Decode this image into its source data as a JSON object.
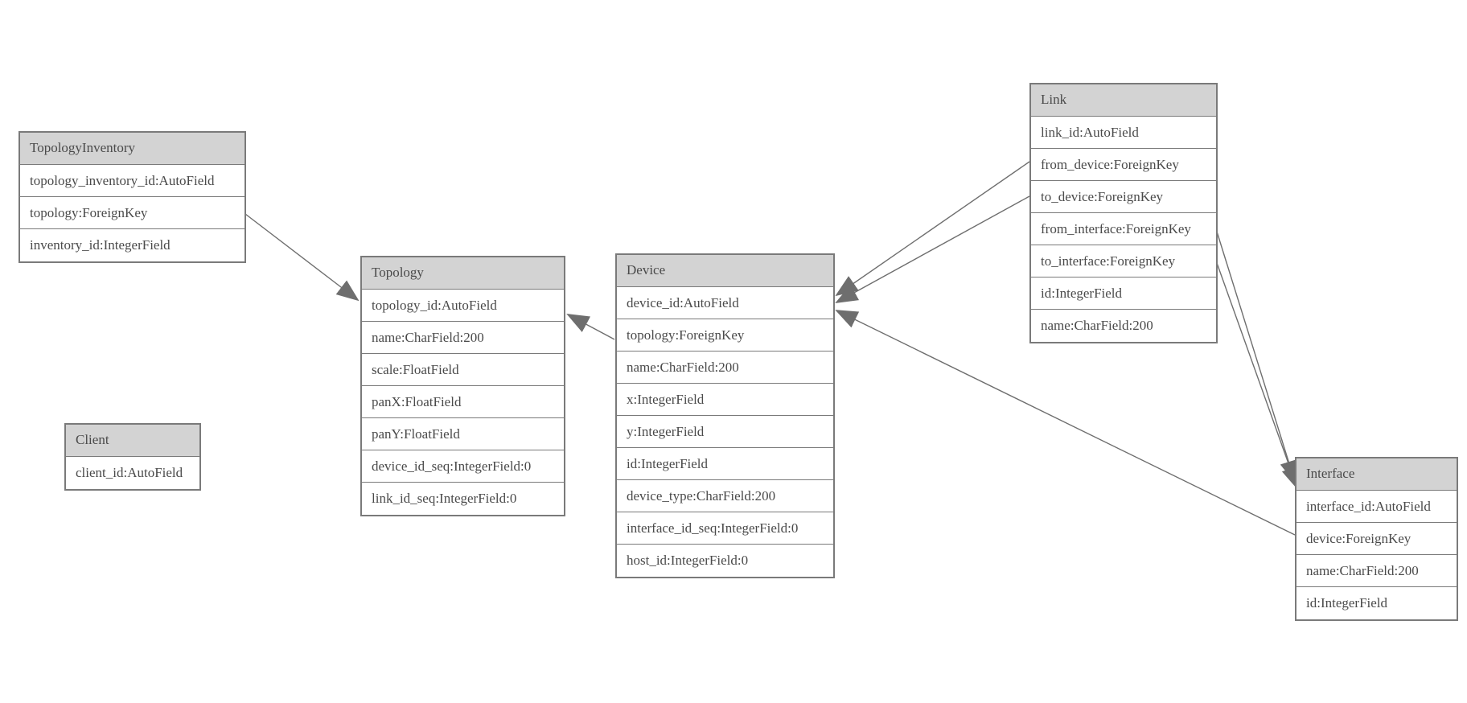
{
  "colors": {
    "header_bg": "#d3d3d3",
    "row_bg": "#ffffff",
    "border": "#7a7a7a",
    "text": "#4a4a4a",
    "edge": "#6e6e6e"
  },
  "entities": {
    "topology_inventory": {
      "title": "TopologyInventory",
      "fields": [
        "topology_inventory_id:AutoField",
        "topology:ForeignKey",
        "inventory_id:IntegerField"
      ]
    },
    "topology": {
      "title": "Topology",
      "fields": [
        "topology_id:AutoField",
        "name:CharField:200",
        "scale:FloatField",
        "panX:FloatField",
        "panY:FloatField",
        "device_id_seq:IntegerField:0",
        "link_id_seq:IntegerField:0"
      ]
    },
    "client": {
      "title": "Client",
      "fields": [
        "client_id:AutoField"
      ]
    },
    "device": {
      "title": "Device",
      "fields": [
        "device_id:AutoField",
        "topology:ForeignKey",
        "name:CharField:200",
        "x:IntegerField",
        "y:IntegerField",
        "id:IntegerField",
        "device_type:CharField:200",
        "interface_id_seq:IntegerField:0",
        "host_id:IntegerField:0"
      ]
    },
    "link": {
      "title": "Link",
      "fields": [
        "link_id:AutoField",
        "from_device:ForeignKey",
        "to_device:ForeignKey",
        "from_interface:ForeignKey",
        "to_interface:ForeignKey",
        "id:IntegerField",
        "name:CharField:200"
      ]
    },
    "interface": {
      "title": "Interface",
      "fields": [
        "interface_id:AutoField",
        "device:ForeignKey",
        "name:CharField:200",
        "id:IntegerField"
      ]
    }
  },
  "relationships": [
    {
      "from": "TopologyInventory.topology",
      "to": "Topology.topology_id"
    },
    {
      "from": "Device.topology",
      "to": "Topology.topology_id"
    },
    {
      "from": "Link.from_device",
      "to": "Device.device_id"
    },
    {
      "from": "Link.to_device",
      "to": "Device.device_id"
    },
    {
      "from": "Link.from_interface",
      "to": "Interface.interface_id"
    },
    {
      "from": "Link.to_interface",
      "to": "Interface.interface_id"
    },
    {
      "from": "Interface.device",
      "to": "Device.device_id"
    }
  ]
}
